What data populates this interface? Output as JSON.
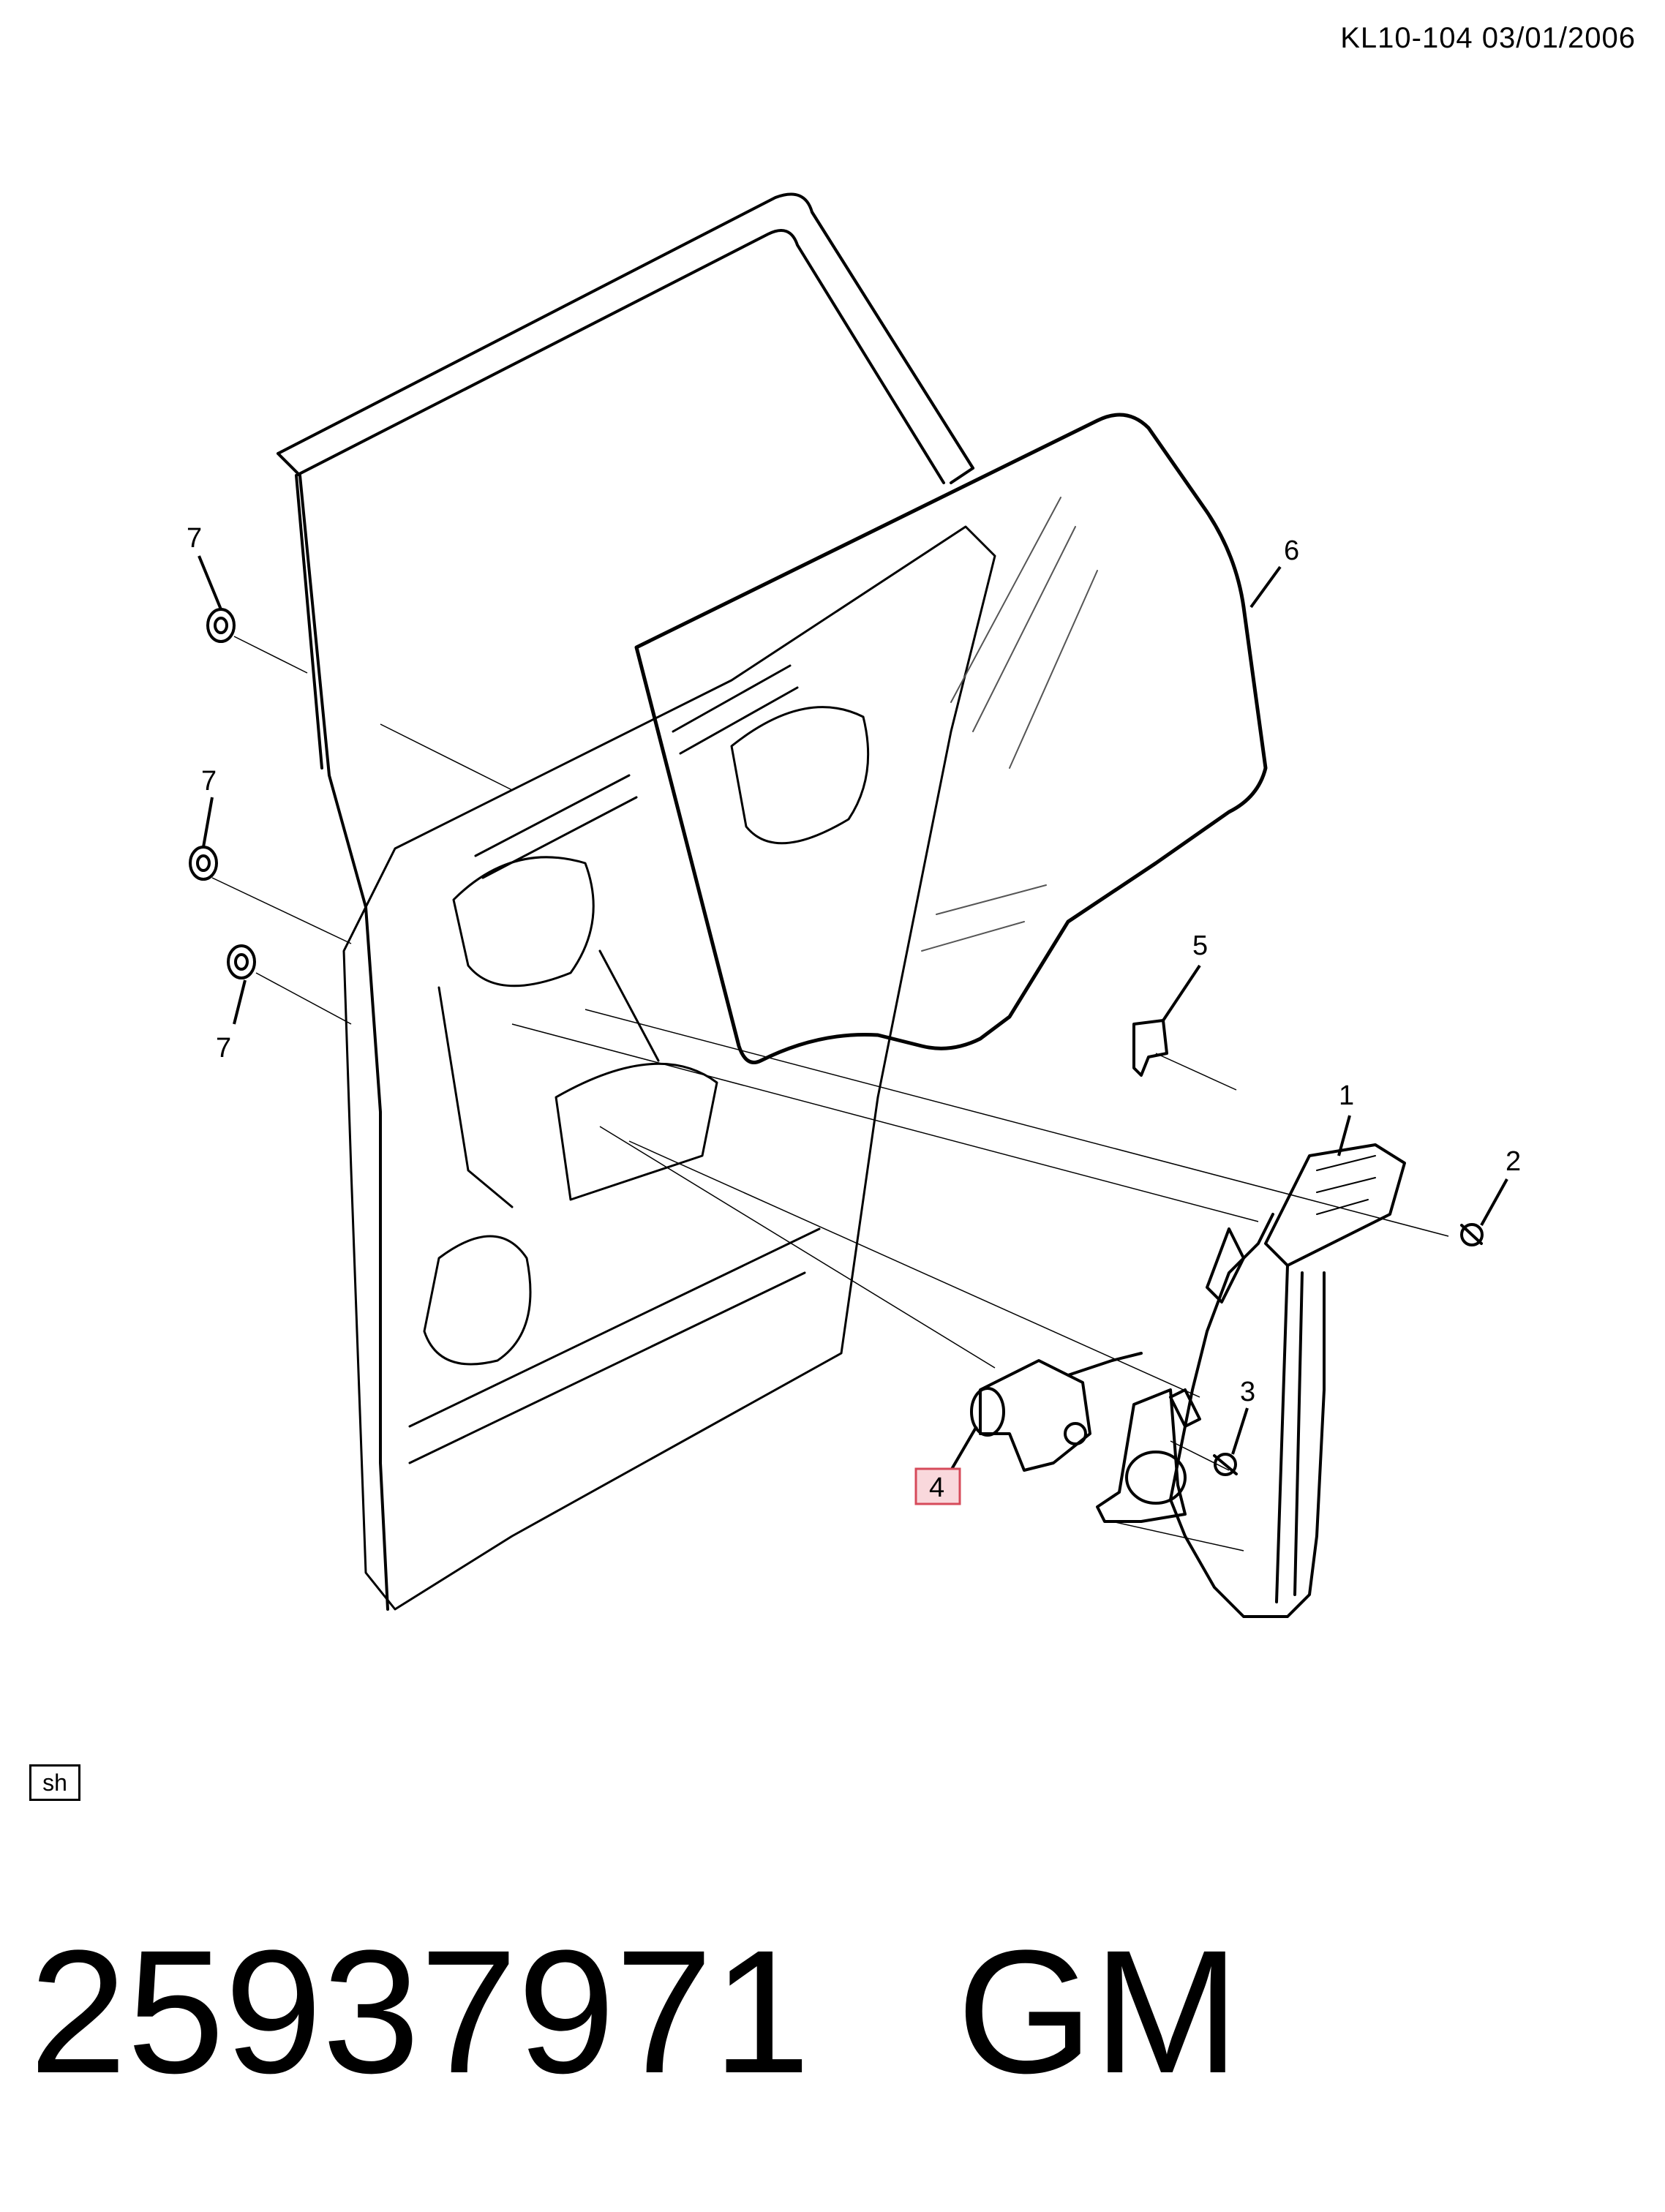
{
  "header": {
    "code": "KL10-104  03/01/2006"
  },
  "callouts": {
    "c1": "1",
    "c2": "2",
    "c3": "3",
    "c4": "4",
    "c5": "5",
    "c6": "6",
    "c7a": "7",
    "c7b": "7",
    "c7c": "7"
  },
  "highlight_color": "#f9d8dc",
  "highlight_border": "#d64a5a",
  "footer": {
    "sh_label": "sh",
    "part_number": "25937971",
    "brand": "GM"
  }
}
